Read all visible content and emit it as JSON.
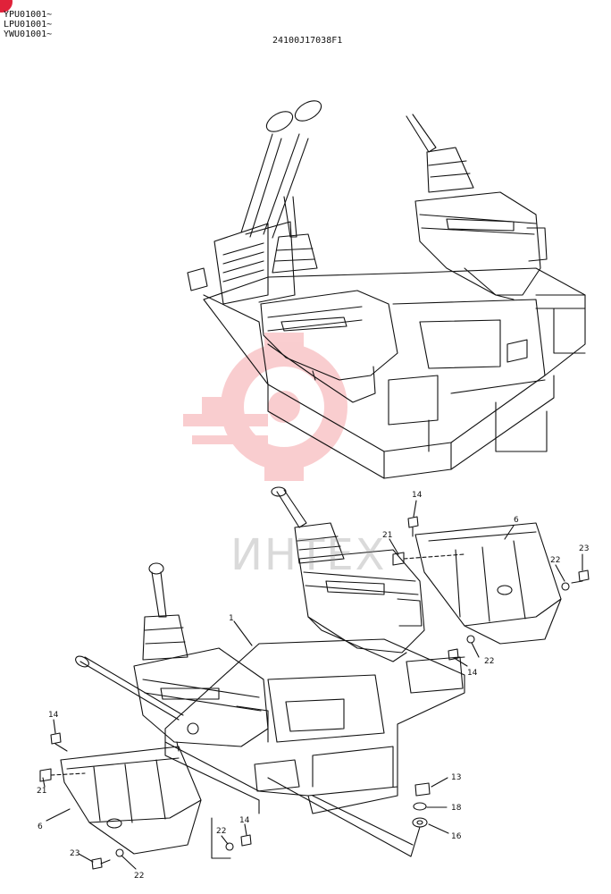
{
  "header": {
    "serials": [
      "YPU01001~",
      "LPU01001~",
      "YWU01001~"
    ],
    "document_number": "24100J17038F1"
  },
  "watermark": {
    "text": "ИНТЕХ",
    "color": "#e8202a"
  },
  "callouts": {
    "c14a": "14",
    "c21a": "21",
    "c6a": "6",
    "c22a": "22",
    "c23a": "23",
    "c22b": "22",
    "c14b": "14",
    "c1": "1",
    "c14c": "14",
    "c21b": "21",
    "c6b": "6",
    "c23b": "23",
    "c22c": "22",
    "c22d": "22",
    "c14d": "14",
    "c13": "13",
    "c18": "18",
    "c16": "16"
  }
}
